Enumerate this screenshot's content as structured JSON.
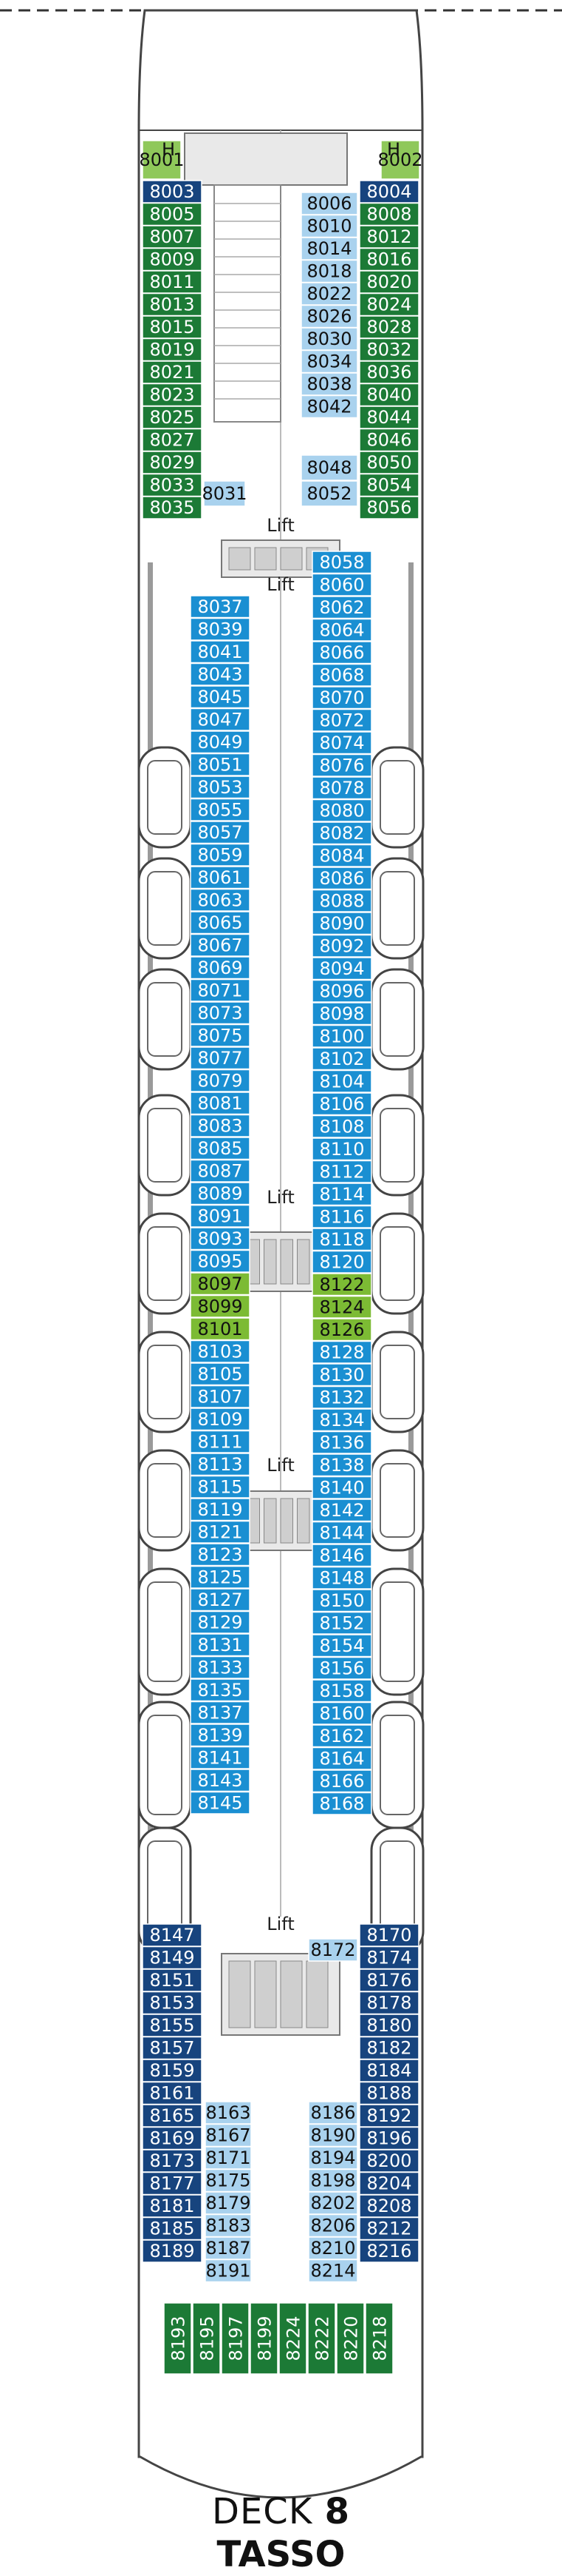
{
  "deck": {
    "label": "DECK",
    "number": "8",
    "name": "TASSO"
  },
  "lift_label": "Lift",
  "legend": {
    "h_marker": "H"
  },
  "colors": {
    "green": "#1c7a36",
    "dark_blue": "#17447e",
    "blue": "#1a8fd2",
    "light_blue": "#a9d2ee",
    "lime": "#7cbb34",
    "outline": "#555555",
    "hull": "#ffffff",
    "gray_fill": "#e9e9e9"
  },
  "cabins": {
    "fore_left": [
      "8001",
      "8003",
      "8005",
      "8007",
      "8009",
      "8011",
      "8013",
      "8015",
      "8019",
      "8021",
      "8023",
      "8025",
      "8027",
      "8029",
      "8033",
      "8035",
      "8031"
    ],
    "fore_right": [
      "8002",
      "8004",
      "8006",
      "8008",
      "8010",
      "8012",
      "8014",
      "8016",
      "8018",
      "8020",
      "8022",
      "8024",
      "8026",
      "8028",
      "8030",
      "8032",
      "8034",
      "8036",
      "8038",
      "8040",
      "8042",
      "8044",
      "8046",
      "8048",
      "8050",
      "8052",
      "8054",
      "8056"
    ],
    "mid_left": [
      "8037",
      "8039",
      "8041",
      "8043",
      "8045",
      "8047",
      "8049",
      "8051",
      "8053",
      "8055",
      "8057",
      "8059",
      "8061",
      "8063",
      "8065",
      "8067",
      "8069",
      "8071",
      "8073",
      "8075",
      "8077",
      "8079",
      "8081",
      "8083",
      "8085",
      "8087",
      "8089",
      "8091",
      "8093",
      "8095",
      "8097",
      "8099",
      "8101",
      "8103",
      "8105",
      "8107",
      "8109",
      "8111",
      "8113",
      "8115",
      "8119",
      "8121",
      "8123",
      "8125",
      "8127",
      "8129",
      "8131",
      "8133",
      "8135",
      "8137",
      "8139",
      "8141",
      "8143",
      "8145"
    ],
    "mid_right": [
      "8058",
      "8060",
      "8062",
      "8064",
      "8066",
      "8068",
      "8070",
      "8072",
      "8074",
      "8076",
      "8078",
      "8080",
      "8082",
      "8084",
      "8086",
      "8088",
      "8090",
      "8092",
      "8094",
      "8096",
      "8098",
      "8100",
      "8102",
      "8104",
      "8106",
      "8108",
      "8110",
      "8112",
      "8114",
      "8116",
      "8118",
      "8120",
      "8122",
      "8124",
      "8126",
      "8128",
      "8130",
      "8132",
      "8134",
      "8136",
      "8138",
      "8140",
      "8142",
      "8144",
      "8146",
      "8148",
      "8150",
      "8152",
      "8154",
      "8156",
      "8158",
      "8160",
      "8162",
      "8164",
      "8166",
      "8168"
    ],
    "aft_left_outer": [
      "8147",
      "8149",
      "8151",
      "8153",
      "8155",
      "8157",
      "8159",
      "8161",
      "8165",
      "8169",
      "8173",
      "8177",
      "8181",
      "8185",
      "8189"
    ],
    "aft_left_inner": [
      "8163",
      "8167",
      "8171",
      "8175",
      "8179",
      "8183",
      "8187",
      "8191"
    ],
    "aft_right_outer": [
      "8170",
      "8174",
      "8176",
      "8178",
      "8180",
      "8182",
      "8184",
      "8188",
      "8192",
      "8196",
      "8200",
      "8204",
      "8208",
      "8212",
      "8216"
    ],
    "aft_right_inner": [
      "8172",
      "8186",
      "8190",
      "8194",
      "8198",
      "8202",
      "8206",
      "8210",
      "8214"
    ],
    "stern": [
      "8193",
      "8195",
      "8197",
      "8199",
      "8224",
      "8222",
      "8220",
      "8218"
    ]
  }
}
